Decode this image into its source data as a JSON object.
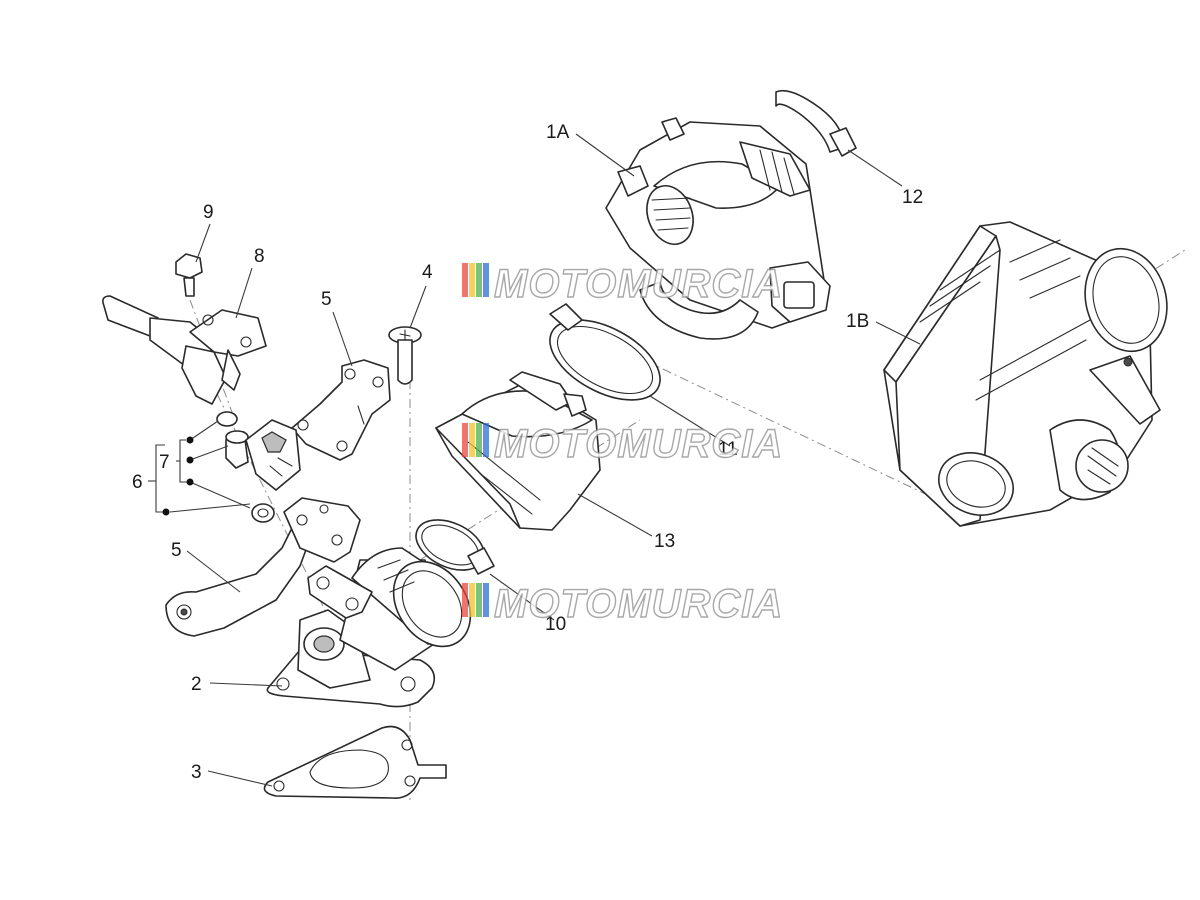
{
  "diagram": {
    "callouts": {
      "c1A": "1A",
      "c1B": "1B",
      "c2": "2",
      "c3": "3",
      "c4": "4",
      "c5a": "5",
      "c5b": "5",
      "c6": "6",
      "c7": "7",
      "c8": "8",
      "c9": "9",
      "c10": "10",
      "c11": "11",
      "c12": "12",
      "c13": "13"
    },
    "watermark": {
      "text": "MOTOMURCIA",
      "colors": [
        "#e8453c",
        "#f2c230",
        "#4caf50",
        "#2f6fd6"
      ]
    }
  }
}
